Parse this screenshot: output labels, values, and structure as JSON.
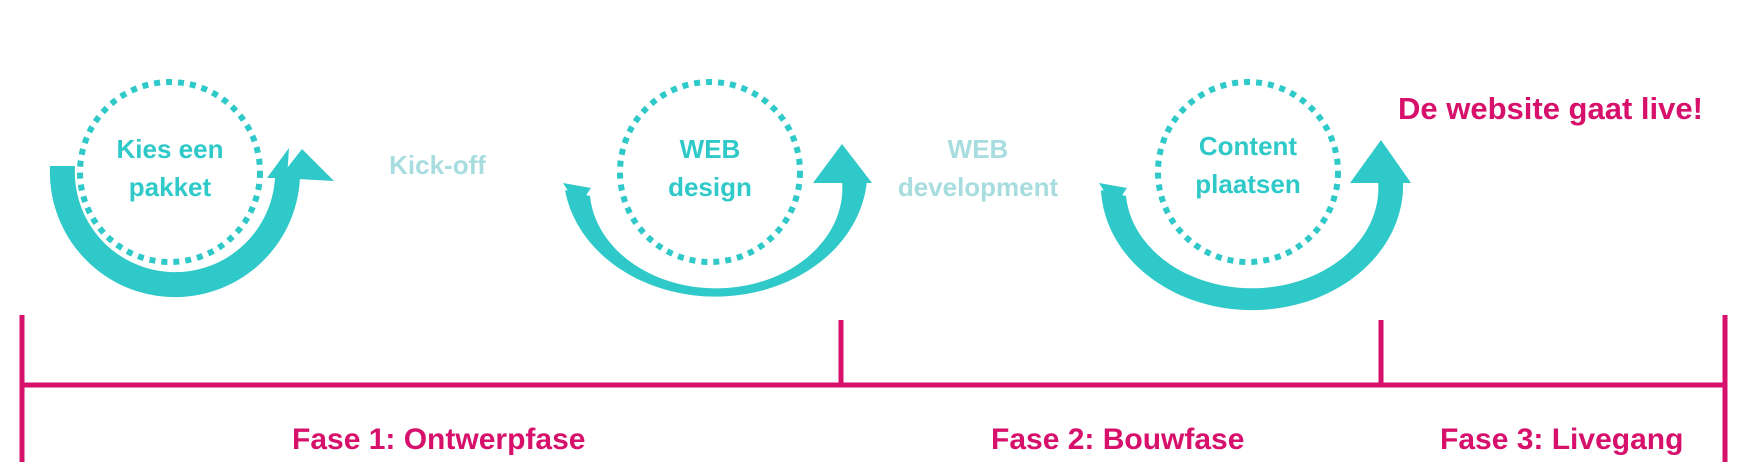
{
  "colors": {
    "teal": "#2ec9c8",
    "pale_teal": "#a8dde0",
    "magenta": "#d6106b"
  },
  "cycles": [
    {
      "line1": "Kies een",
      "line2": "pakket"
    },
    {
      "line1": "WEB",
      "line2": "design"
    },
    {
      "line1": "Content",
      "line2": "plaatsen"
    }
  ],
  "between": {
    "kickoff": "Kick-off",
    "web_dev_line1": "WEB",
    "web_dev_line2": "development"
  },
  "live_label": "De website gaat live!",
  "phases": [
    {
      "label": "Fase 1: Ontwerpfase"
    },
    {
      "label": "Fase 2: Bouwfase"
    },
    {
      "label": "Fase 3: Livegang"
    }
  ]
}
